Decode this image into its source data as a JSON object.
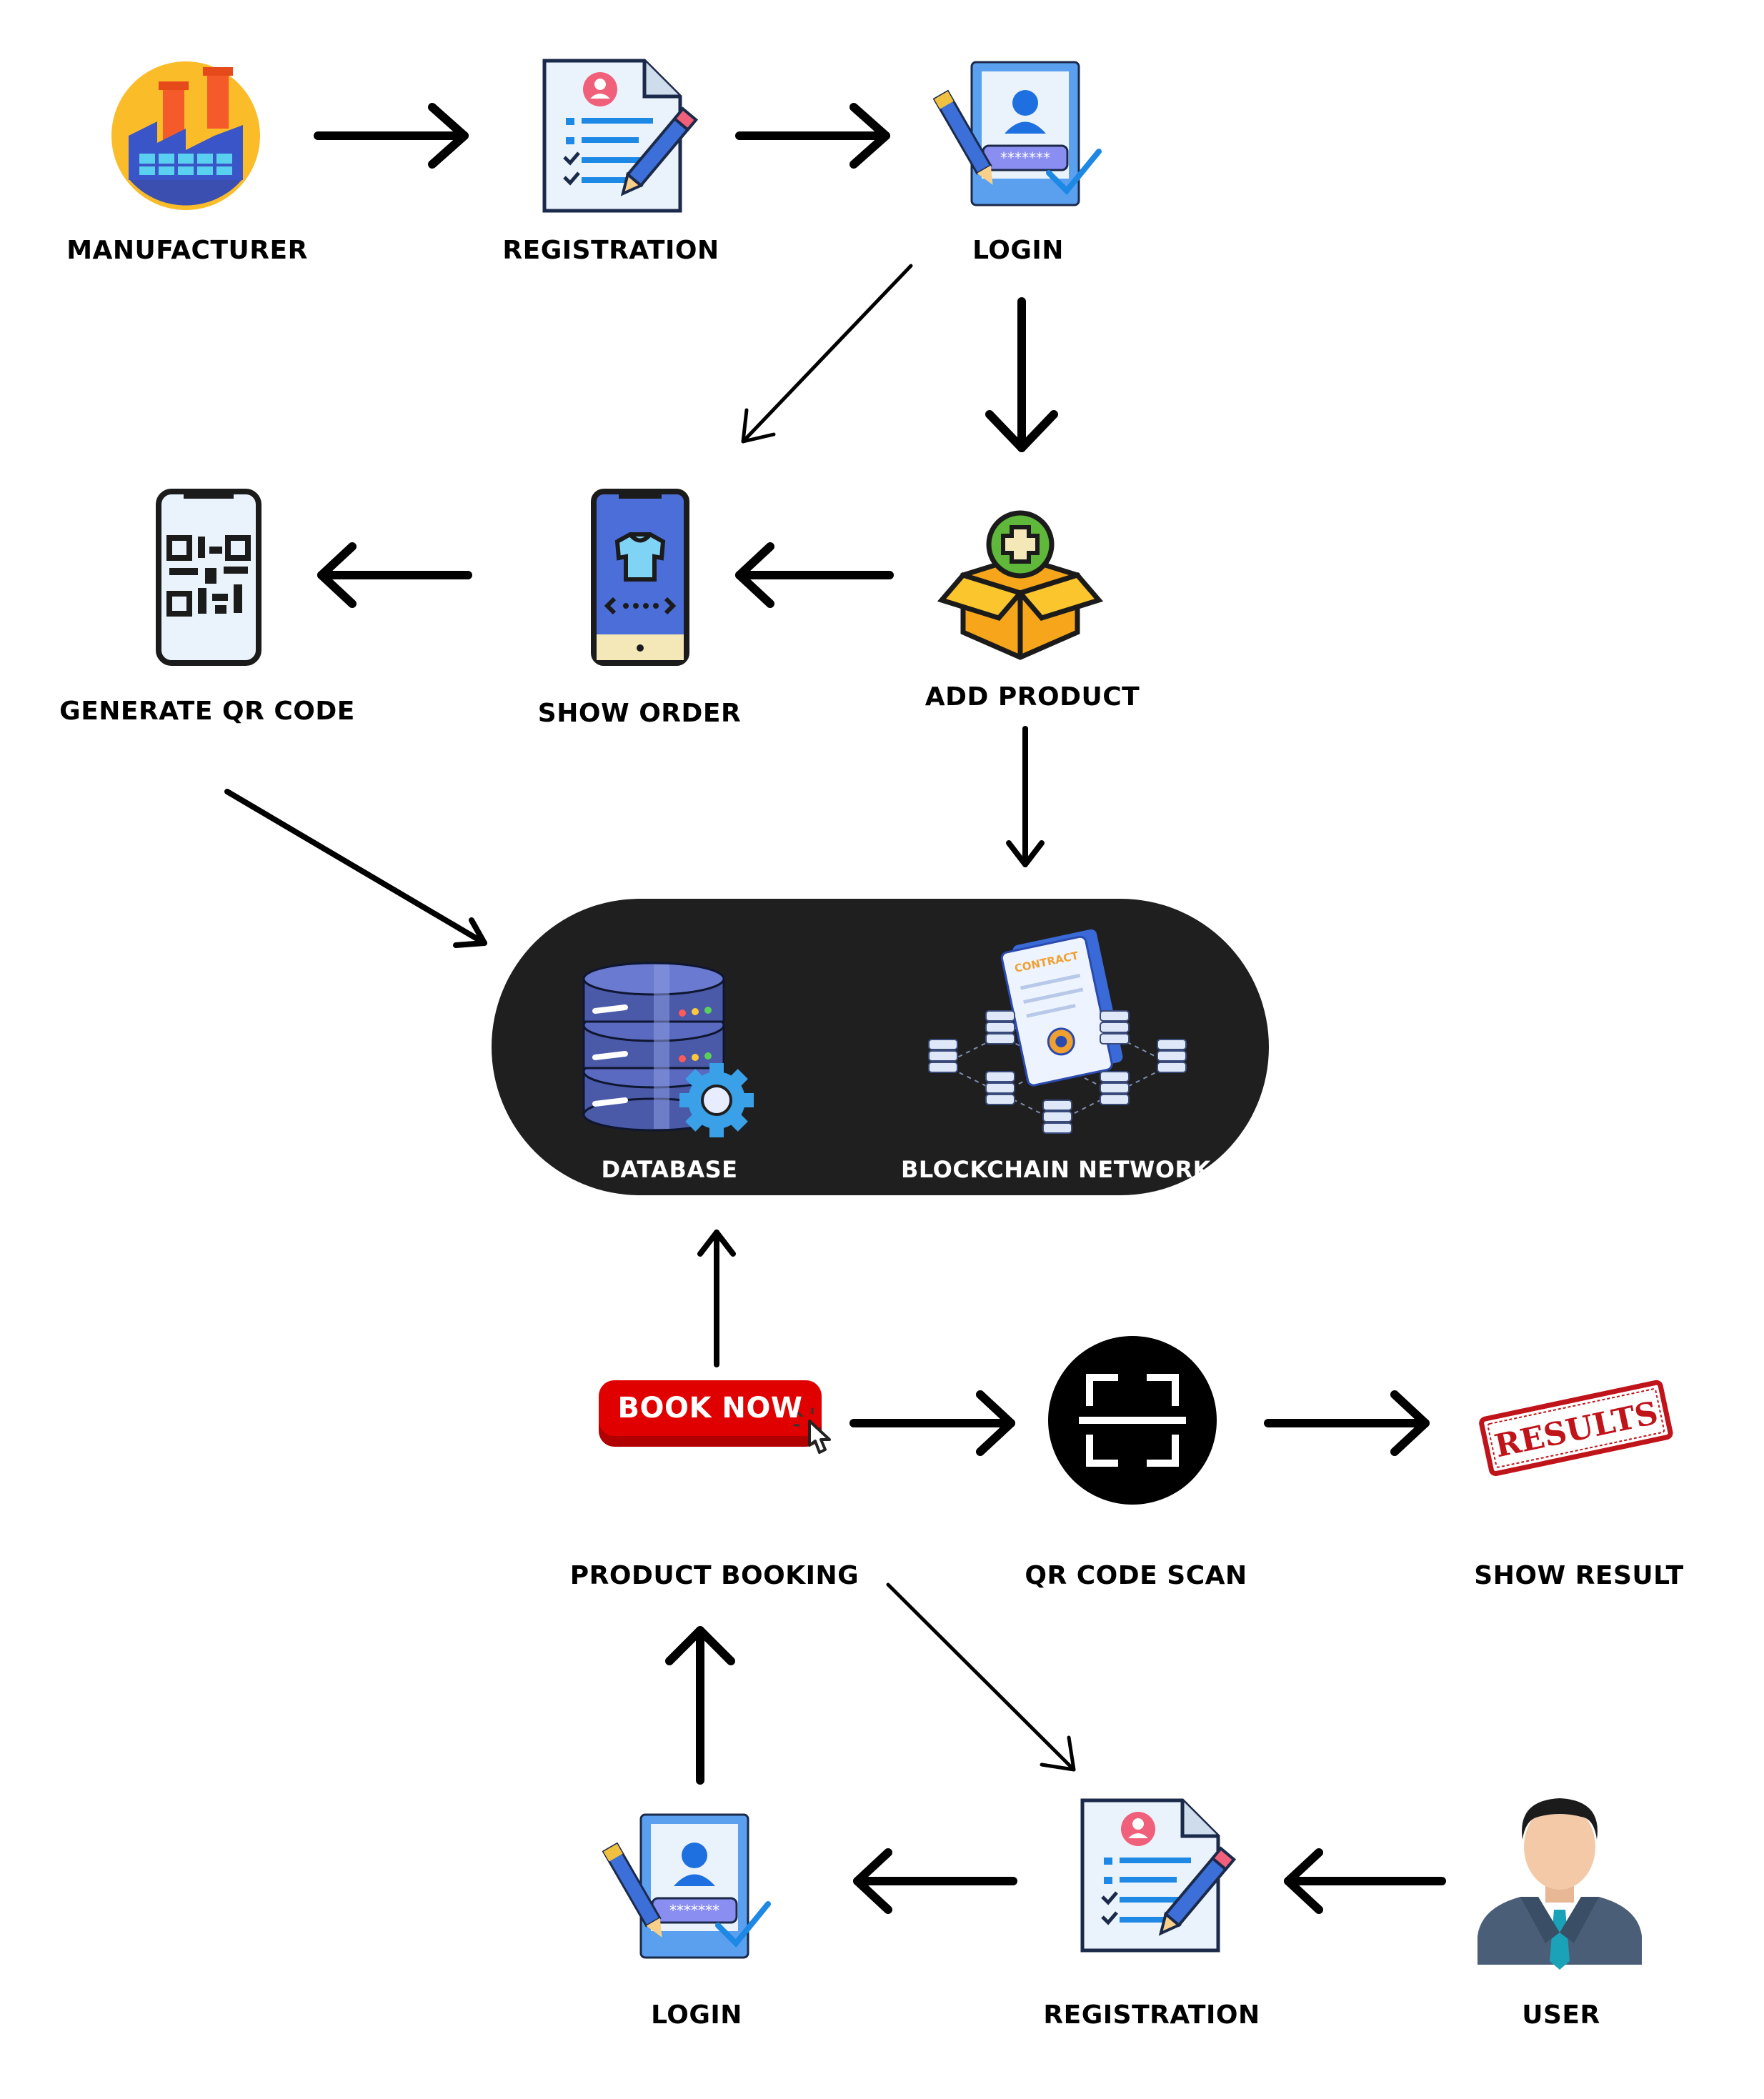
{
  "nodes": {
    "manufacturer": "MANUFACTURER",
    "registration_top": "REGISTRATION",
    "login_top": "LOGIN",
    "generate_qr": "GENERATE QR CODE",
    "show_order": "SHOW ORDER",
    "add_product": "ADD PRODUCT",
    "database": "DATABASE",
    "blockchain": "BLOCKCHAIN NETWORK",
    "product_booking": "PRODUCT BOOKING",
    "qr_scan": "QR CODE SCAN",
    "show_result": "SHOW RESULT",
    "login_bottom": "LOGIN",
    "registration_bottom": "REGISTRATION",
    "user": "USER"
  },
  "badges": {
    "book_now": "BOOK NOW",
    "results_stamp": "RESULTS",
    "contract": "CONTRACT"
  },
  "colors": {
    "storage_pill": "#1f1f1f",
    "book_now_button": "#e00000",
    "results_stamp": "#c0141b"
  }
}
